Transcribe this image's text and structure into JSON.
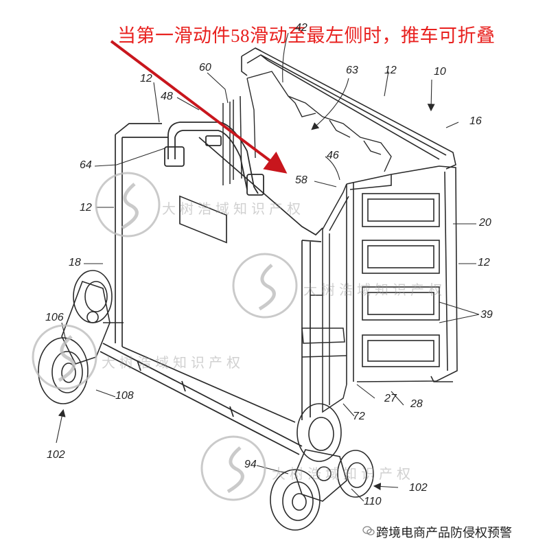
{
  "caption": "当第一滑动件58滑动至最左侧时，推车可折叠",
  "reference_numerals": {
    "r10": "10",
    "r12_top_left": "12",
    "r12_top_right": "12",
    "r12_left": "12",
    "r12_right": "12",
    "r16": "16",
    "r18": "18",
    "r20": "20",
    "r27": "27",
    "r28": "28",
    "r39": "39",
    "r42": "42",
    "r46": "46",
    "r48": "48",
    "r58": "58",
    "r60": "60",
    "r63": "63",
    "r64": "64",
    "r72": "72",
    "r94": "94",
    "r102_left": "102",
    "r102_right": "102",
    "r106": "106",
    "r108": "108",
    "r110": "110"
  },
  "watermarks": [
    "大树浩域知识产权",
    "大树浩域知识产权",
    "大树浩域知识产权",
    "大树浩域知识产权"
  ],
  "footer_text": "跨境电商产品防侵权预警",
  "colors": {
    "caption": "#e8201e",
    "arrow": "#c8161d",
    "line": "#2a2a2a",
    "watermark": "#b4b4b4"
  }
}
